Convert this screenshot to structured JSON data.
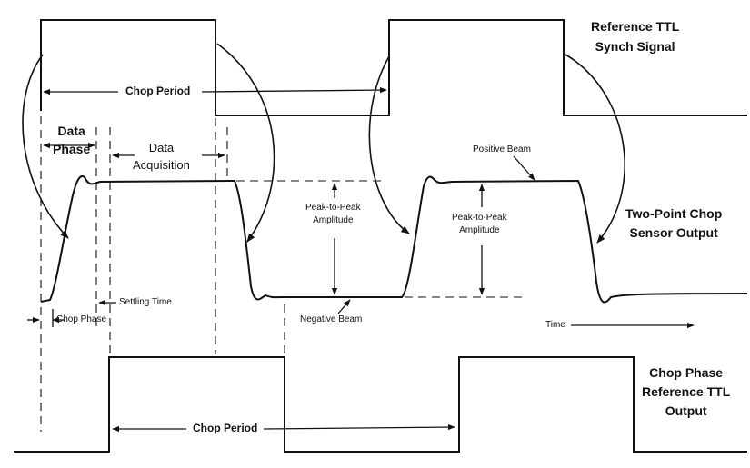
{
  "diagram": {
    "labels": {
      "reference_ttl_line1": "Reference TTL",
      "reference_ttl_line2": "Synch Signal",
      "chop_period_top": "Chop Period",
      "data_phase_line1": "Data",
      "data_phase_line2": "Phase",
      "data_acquisition_line1": "Data",
      "data_acquisition_line2": "Acquisition",
      "positive_beam": "Positive Beam",
      "peak_to_peak_1_line1": "Peak-to-Peak",
      "peak_to_peak_1_line2": "Amplitude",
      "peak_to_peak_2_line1": "Peak-to-Peak",
      "peak_to_peak_2_line2": "Amplitude",
      "two_point_line1": "Two-Point Chop",
      "two_point_line2": "Sensor Output",
      "settling_time": "Settling Time",
      "chop_phase": "Chop Phase",
      "negative_beam": "Negative Beam",
      "time": "Time",
      "chop_phase_ref_line1": "Chop Phase",
      "chop_phase_ref_line2": "Reference TTL",
      "chop_phase_ref_line3": "Output",
      "chop_period_bottom": "Chop Period"
    }
  }
}
